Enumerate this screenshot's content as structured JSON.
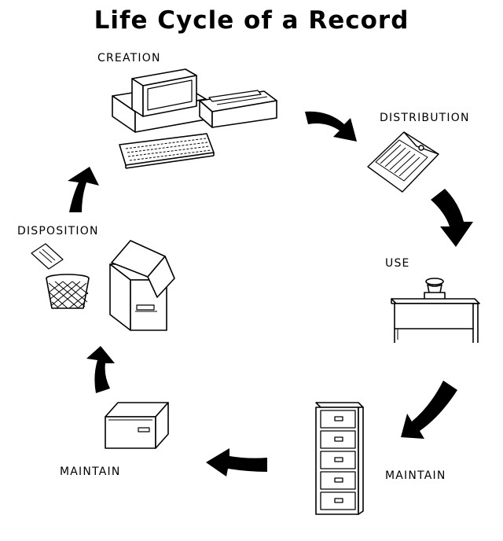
{
  "title": "Life Cycle of a Record",
  "stages": {
    "creation": "CREATION",
    "distribution": "DISTRIBUTION",
    "use": "USE",
    "maintain_cabinet": "MAINTAIN",
    "maintain_box": "MAINTAIN",
    "disposition": "DISPOSITION"
  },
  "icons": {
    "creation": "computer-and-printer-icon",
    "distribution": "document-envelope-icon",
    "use": "person-at-desk-icon",
    "maintain_cabinet": "filing-cabinet-icon",
    "maintain_box": "storage-box-icon",
    "disposition": "wastebasket-and-shredder-icon"
  },
  "flow_direction": "clockwise"
}
